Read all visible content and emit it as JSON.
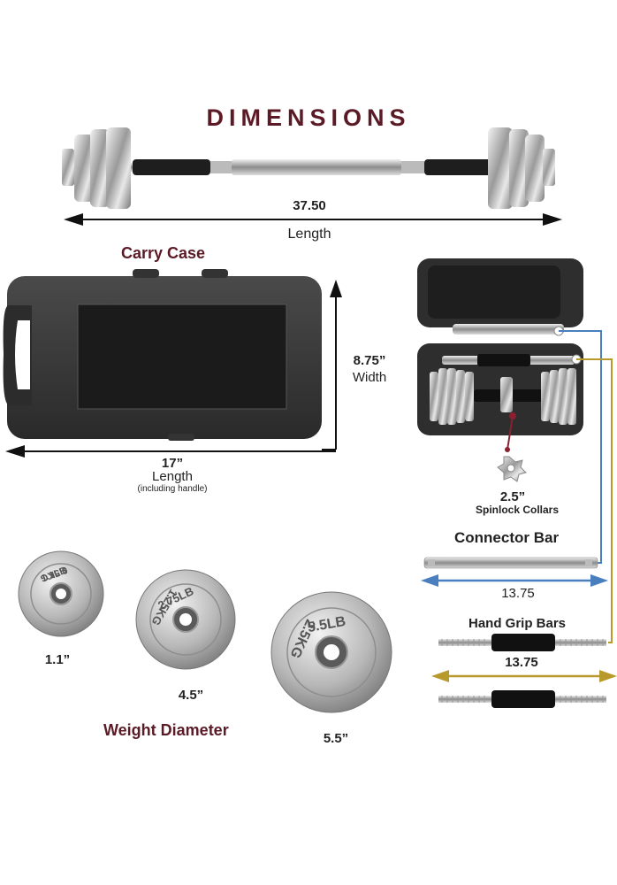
{
  "title": "DIMENSIONS",
  "barbell": {
    "measure": "37.50",
    "caption": "Length"
  },
  "carry_case": {
    "heading": "Carry Case",
    "width_value": "8.75”",
    "width_caption": "Width",
    "length_value": "17”",
    "length_caption": "Length",
    "length_note": "(including handle)"
  },
  "collars": {
    "value": "2.5”",
    "caption": "Spinlock Collars"
  },
  "connector_bar": {
    "heading": "Connector Bar",
    "measure": "13.75"
  },
  "hand_grip_bars": {
    "heading": "Hand Grip Bars",
    "measure": "13.75"
  },
  "plates": {
    "heading": "Weight Diameter",
    "small": {
      "lb": "1.1LB",
      "kg": "0.5KG",
      "diameter": "1.1”"
    },
    "medium": {
      "lb": "2.75LB",
      "kg": "1.25KG",
      "diameter": "4.5”"
    },
    "large": {
      "lb": "5.5LB",
      "kg": "2.5KG",
      "diameter": "5.5”"
    }
  },
  "colors": {
    "title": "#5b1b26",
    "connector_arrow": "#4a7fbf",
    "grip_arrow": "#b89a2c",
    "collar_line": "#8a2030"
  }
}
